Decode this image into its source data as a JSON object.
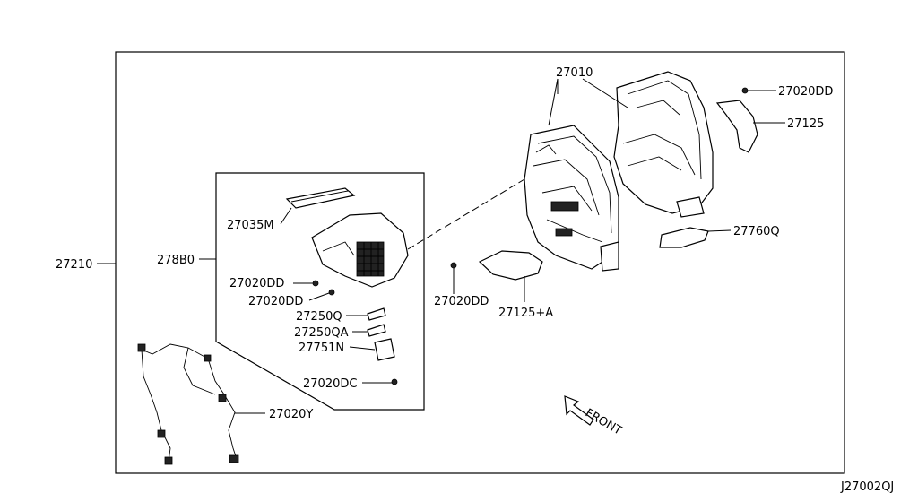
{
  "diagram": {
    "labels": {
      "assembly": "27210",
      "housing": "27010",
      "screw_top": "27020DD",
      "duct_top": "27125",
      "bracket": "27760Q",
      "screw_mid": "27020DD",
      "duct_mid": "27125+A",
      "sub_assembly": "278B0",
      "seal": "27035M",
      "screw_a": "27020DD",
      "screw_b": "27020DD",
      "lever_a": "27250Q",
      "lever_b": "27250QA",
      "motor": "27751N",
      "screw_c": "27020DC",
      "harness": "27020Y",
      "front": "FRONT"
    },
    "diagram_code": "J27002QJ"
  }
}
